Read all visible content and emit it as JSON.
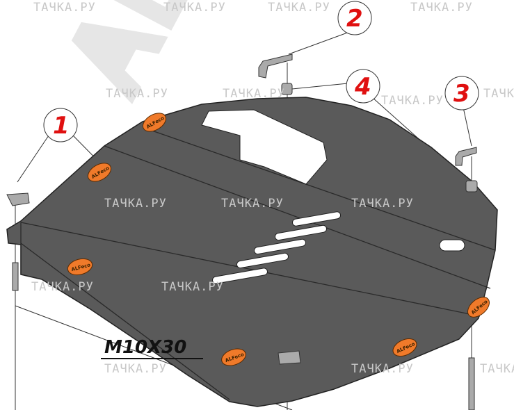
{
  "watermark": {
    "site": "ТАЧКА.РУ",
    "brand": "ALFeco"
  },
  "callouts": [
    {
      "number": "1"
    },
    {
      "number": "2"
    },
    {
      "number": "3"
    },
    {
      "number": "4"
    }
  ],
  "pads": {
    "label": "ALFeco",
    "color": "#f07a2a"
  },
  "bolt_label": "M10X30",
  "colors": {
    "plate": "#5a5a5a",
    "callout_text": "#e01010",
    "pad": "#f07a2a"
  }
}
